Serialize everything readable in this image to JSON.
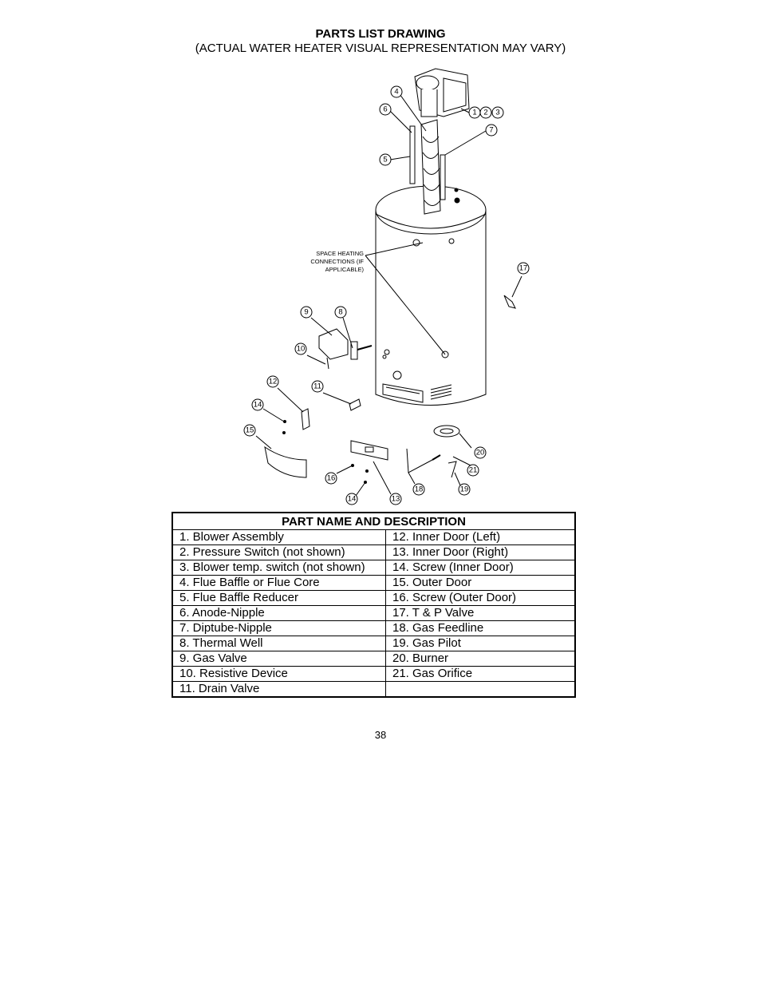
{
  "header": {
    "title": "PARTS LIST DRAWING",
    "subtitle": "(ACTUAL WATER HEATER VISUAL REPRESENTATION MAY VARY)"
  },
  "drawing": {
    "note_lines": [
      "SPACE HEATING",
      "CONNECTIONS (IF",
      "APPLICABLE)"
    ],
    "callouts": [
      "1",
      "2",
      "3",
      "4",
      "5",
      "6",
      "7",
      "8",
      "9",
      "10",
      "11",
      "12",
      "13",
      "14",
      "14",
      "15",
      "16",
      "17",
      "18",
      "19",
      "20",
      "21"
    ]
  },
  "table": {
    "header": "PART NAME AND DESCRIPTION",
    "rows": [
      [
        "1.  Blower Assembly",
        "12.  Inner Door (Left)"
      ],
      [
        "2.  Pressure Switch (not shown)",
        "13.  Inner Door (Right)"
      ],
      [
        "3.  Blower temp. switch (not shown)",
        "14.  Screw (Inner Door)"
      ],
      [
        "4.  Flue Baffle or Flue Core",
        "15.  Outer Door"
      ],
      [
        "5.  Flue Baffle Reducer",
        "16.  Screw (Outer Door)"
      ],
      [
        "6.  Anode-Nipple",
        "17.  T & P Valve"
      ],
      [
        "7.  Diptube-Nipple",
        "18.  Gas Feedline"
      ],
      [
        "8.  Thermal Well",
        "19.  Gas Pilot"
      ],
      [
        "9.  Gas Valve",
        "20.  Burner"
      ],
      [
        "10. Resistive Device",
        "21. Gas Orifice"
      ],
      [
        "11. Drain Valve",
        ""
      ]
    ]
  },
  "footer": {
    "page_number": "38"
  }
}
